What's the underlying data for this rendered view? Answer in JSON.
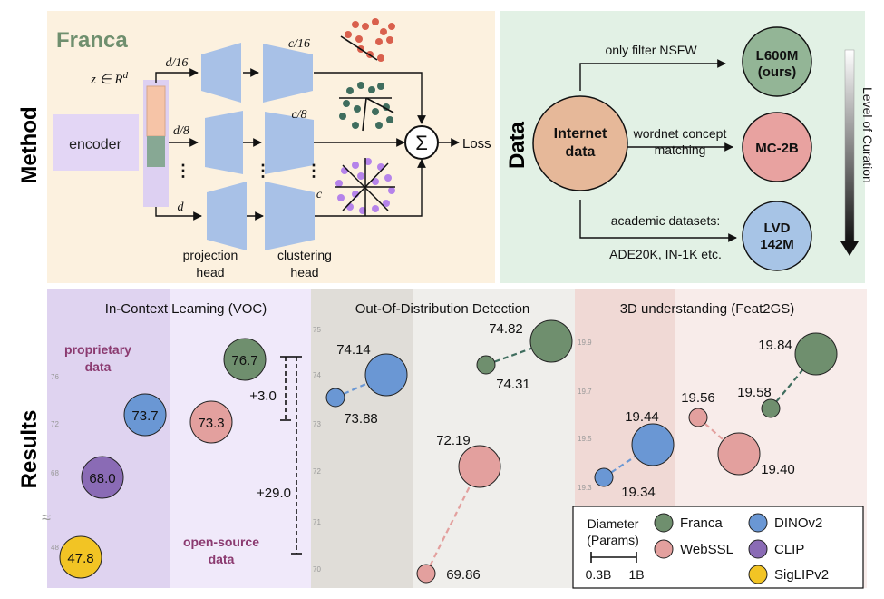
{
  "method": {
    "side_label": "Method",
    "title": "Franca",
    "z_label": "z ∈ R",
    "z_sup": "d",
    "encoder": "encoder",
    "branch_labels": [
      "d/16",
      "d/8",
      "d"
    ],
    "cluster_labels": [
      "c/16",
      "c/8",
      "c"
    ],
    "dots": "⋮",
    "sum_symbol": "Σ",
    "loss": "Loss",
    "projection_head": [
      "projection",
      "head"
    ],
    "clustering_head": [
      "clustering",
      "head"
    ]
  },
  "data": {
    "side_label": "Data",
    "internet": [
      "Internet",
      "data"
    ],
    "arrows": [
      {
        "label": [
          "only filter NSFW"
        ],
        "target": [
          "L600M",
          "(ours)"
        ],
        "color": "#93b596"
      },
      {
        "label": [
          "wordnet concept",
          "matching"
        ],
        "target": [
          "MC-2B"
        ],
        "color": "#e8a2a0"
      },
      {
        "label": [
          "academic datasets:",
          "ADE20K, IN-1K etc."
        ],
        "target": [
          "LVD",
          "142M"
        ],
        "color": "#a7c4e6"
      }
    ],
    "curation_label": "Level of Curation"
  },
  "results": {
    "side_label": "Results",
    "icl": {
      "title": "In-Context Learning (VOC)",
      "proprietary": [
        "proprietary",
        "data"
      ],
      "open_source": [
        "open-source",
        "data"
      ],
      "ticks": [
        "76",
        "72",
        "68",
        "48"
      ],
      "break_symbol": "≈",
      "bubbles": [
        {
          "value": "73.7",
          "model": "DINOv2"
        },
        {
          "value": "68.0",
          "model": "CLIP"
        },
        {
          "value": "47.8",
          "model": "SigLIPv2"
        },
        {
          "value": "76.7",
          "model": "Franca"
        },
        {
          "value": "73.3",
          "model": "WebSSL"
        }
      ],
      "gaps": [
        "+3.0",
        "+29.0"
      ]
    },
    "ood": {
      "title": "Out-Of-Distribution Detection",
      "ticks": [
        "75",
        "74",
        "73",
        "72",
        "71",
        "70"
      ],
      "pairs": [
        {
          "model": "DINOv2",
          "small": "73.88",
          "large": "74.14"
        },
        {
          "model": "Franca",
          "small": "74.31",
          "large": "74.82"
        },
        {
          "model": "WebSSL",
          "small": "69.86",
          "large": "72.19"
        }
      ]
    },
    "feat2gs": {
      "title": "3D understanding (Feat2GS)",
      "ticks": [
        "19.9",
        "19.7",
        "19.5",
        "19.3"
      ],
      "pairs": [
        {
          "model": "DINOv2",
          "small": "19.34",
          "large": "19.44"
        },
        {
          "model": "WebSSL",
          "small": "19.56",
          "large": "19.40"
        },
        {
          "model": "Franca",
          "small": "19.58",
          "large": "19.84"
        }
      ]
    },
    "legend": {
      "diameter": [
        "Diameter",
        "(Params)"
      ],
      "scale": [
        "0.3B",
        "1B"
      ],
      "items": [
        {
          "label": "Franca",
          "color": "#6f8f6e"
        },
        {
          "label": "DINOv2",
          "color": "#6a97d4"
        },
        {
          "label": "WebSSL",
          "color": "#e3a09e"
        },
        {
          "label": "CLIP",
          "color": "#8a6bb5"
        },
        {
          "label": "SigLIPv2",
          "color": "#f2c424"
        }
      ]
    }
  }
}
